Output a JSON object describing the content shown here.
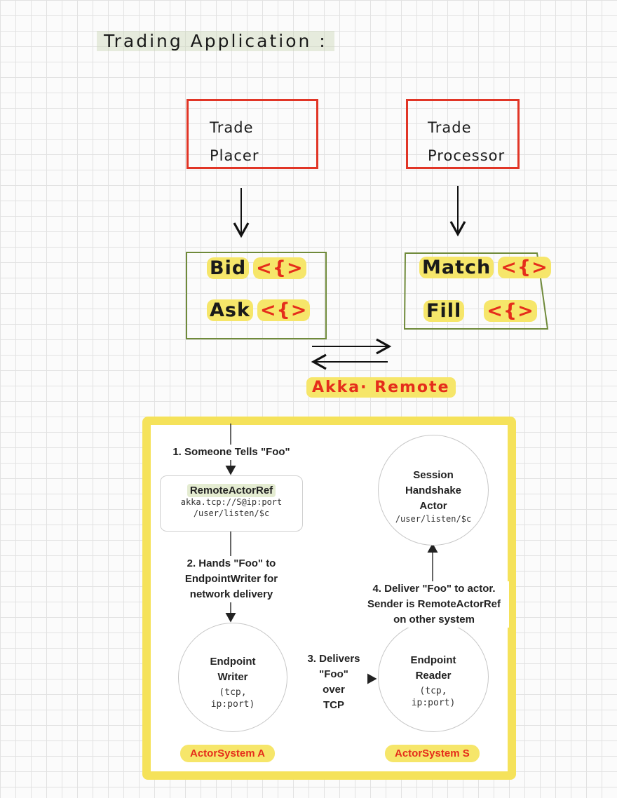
{
  "title": "Trading Application :",
  "placer": {
    "lines": [
      "Trade",
      "Placer"
    ],
    "messages": [
      {
        "name": "Bid",
        "code": "<{>"
      },
      {
        "name": "Ask",
        "code": "<{>"
      }
    ]
  },
  "processor": {
    "lines": [
      "Trade",
      "Processor"
    ],
    "messages": [
      {
        "name": "Match",
        "code": "<{>"
      },
      {
        "name": "Fill",
        "code": "<{>"
      }
    ]
  },
  "link_label": "Akka· Remote",
  "remote": {
    "step1": "1. Someone Tells \"Foo\"",
    "ref_title": "RemoteActorRef",
    "ref_path_1": "akka.tcp://S@ip:port",
    "ref_path_2": "/user/listen/$c",
    "step2_lines": [
      "2. Hands \"Foo\" to",
      "EndpointWriter for",
      "network delivery"
    ],
    "writer": {
      "lines": [
        "Endpoint",
        "Writer"
      ],
      "mono": [
        "(tcp,",
        "ip:port)"
      ]
    },
    "step3_lines": [
      "3. Delivers",
      "\"Foo\"",
      "over",
      "TCP"
    ],
    "reader": {
      "lines": [
        "Endpoint",
        "Reader"
      ],
      "mono": [
        "(tcp,",
        "ip:port)"
      ]
    },
    "step4_lines": [
      "4. Deliver \"Foo\" to actor.",
      "Sender is RemoteActorRef",
      "on other system"
    ],
    "session": {
      "lines": [
        "Session",
        "Handshake",
        "Actor"
      ],
      "mono": "/user/listen/$c"
    },
    "system_a": "ActorSystem A",
    "system_s": "ActorSystem S"
  }
}
